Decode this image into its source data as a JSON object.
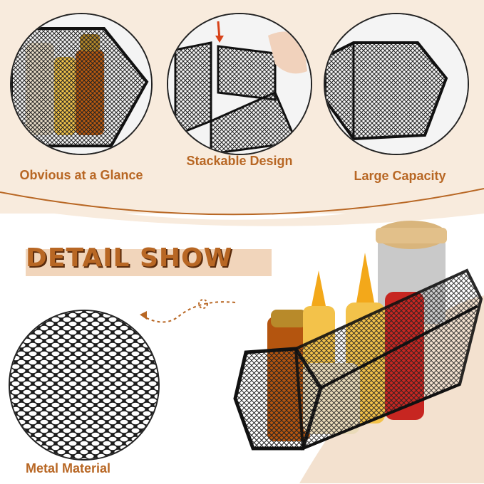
{
  "features": [
    {
      "label": "Obvious at a Glance",
      "icon": "basket-with-bottles"
    },
    {
      "label": "Stackable Design",
      "icon": "hand-assembling-basket"
    },
    {
      "label": "Large Capacity",
      "icon": "empty-hexagon-basket"
    }
  ],
  "section": {
    "title": "DETAIL SHOW",
    "material_label": "Metal Material"
  },
  "colors": {
    "accent": "#b86724",
    "band": "#f8ebdd",
    "mesh": "#1c1c1c"
  }
}
